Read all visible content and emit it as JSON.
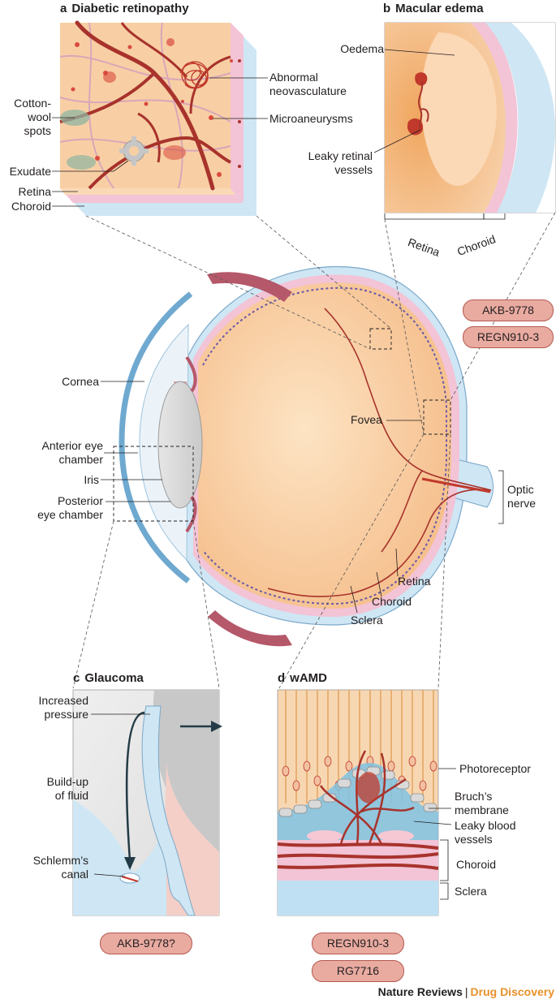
{
  "panels": {
    "a": {
      "letter": "a",
      "title": "Diabetic retinopathy",
      "labels": {
        "cotton": "Cotton-\nwool\nspots",
        "exudate": "Exudate",
        "retina": "Retina",
        "choroid": "Choroid",
        "abnormal": "Abnormal\nneovasculature",
        "micro": "Microaneurysms"
      }
    },
    "b": {
      "letter": "b",
      "title": "Macular edema",
      "labels": {
        "oedema": "Oedema",
        "leaky": "Leaky retinal\nvessels",
        "retina": "Retina",
        "choroid": "Choroid"
      }
    },
    "c": {
      "letter": "c",
      "title": "Glaucoma",
      "labels": {
        "pressure": "Increased\npressure",
        "buildup": "Build-up\nof fluid",
        "schlemm": "Schlemm’s\ncanal"
      }
    },
    "d": {
      "letter": "d",
      "title": "wAMD",
      "labels": {
        "photoreceptor": "Photoreceptor",
        "bruch": "Bruch’s\nmembrane",
        "leaky": "Leaky blood\nvessels",
        "choroid": "Choroid",
        "sclera": "Sclera"
      }
    }
  },
  "eye_labels": {
    "cornea": "Cornea",
    "anterior": "Anterior eye\nchamber",
    "iris": "Iris",
    "posterior": "Posterior\neye chamber",
    "fovea": "Fovea",
    "optic": "Optic\nnerve",
    "retina": "Retina",
    "choroid": "Choroid",
    "sclera": "Sclera"
  },
  "drugs": {
    "macular_1": "AKB-9778",
    "macular_2": "REGN910-3",
    "glaucoma_1": "AKB-9778?",
    "wamd_1": "REGN910-3",
    "wamd_2": "RG7716"
  },
  "footer": {
    "journal": "Nature Reviews",
    "separator": "|",
    "section": "Drug Discovery"
  },
  "colors": {
    "retina": "#f6c89a",
    "retina_dark": "#f0a861",
    "choroid": "#f3c3d6",
    "sclera": "#cfe6f4",
    "vessel": "#a8332c",
    "pill": "#e9aaa0",
    "accent": "#e8912b"
  }
}
